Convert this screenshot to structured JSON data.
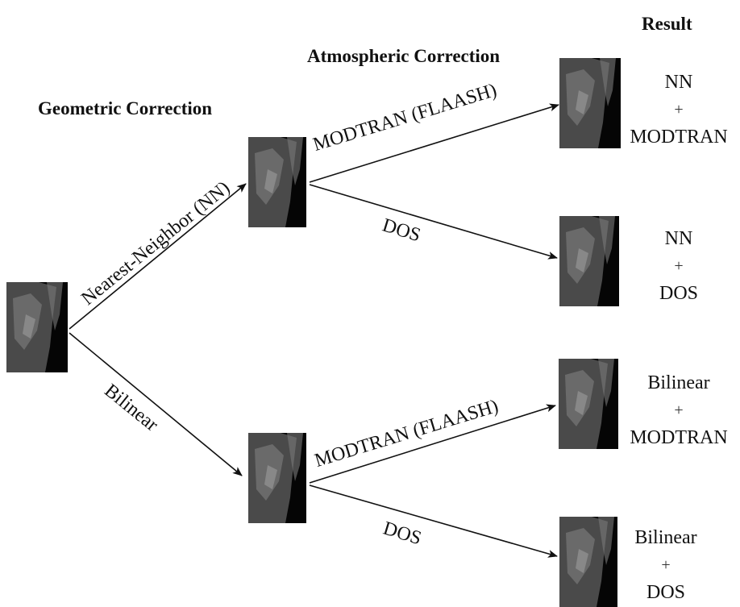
{
  "headers": {
    "geometric": "Geometric Correction",
    "atmospheric": "Atmospheric Correction",
    "result": "Result"
  },
  "edges": {
    "nn": "Nearest-Neighbor (NN)",
    "bilinear": "Bilinear",
    "modtran_top": "MODTRAN (FLAASH)",
    "dos_top": "DOS",
    "modtran_bottom": "MODTRAN (FLAASH)",
    "dos_bottom": "DOS"
  },
  "results": [
    {
      "line1": "NN",
      "plus": "+",
      "line2": "MODTRAN"
    },
    {
      "line1": "NN",
      "plus": "+",
      "line2": "DOS"
    },
    {
      "line1": "Bilinear",
      "plus": "+",
      "line2": "MODTRAN"
    },
    {
      "line1": "Bilinear",
      "plus": "+",
      "line2": "DOS"
    }
  ]
}
